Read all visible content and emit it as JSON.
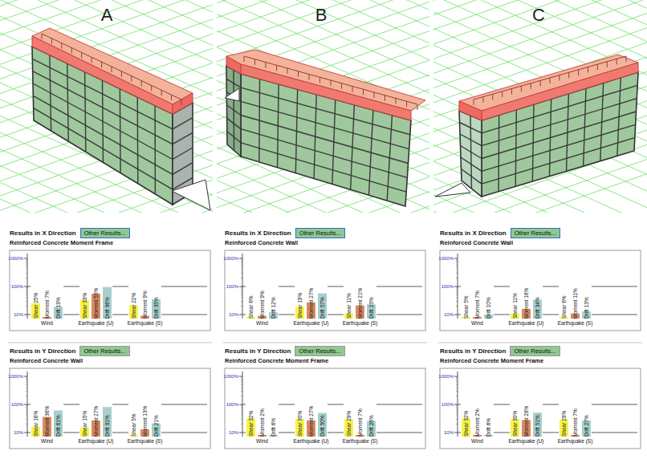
{
  "diagram": {
    "nodes": [
      {
        "text": [
          "Other Results..."
        ]
      },
      {
        "text": [
          "Other Results..."
        ]
      },
      {
        "text": [
          "Other Results..."
        ]
      },
      {
        "text": [
          "Other Results..."
        ]
      },
      {
        "text": [
          "Other Results..."
        ]
      },
      {
        "text": [
          "Other Results..."
        ]
      }
    ],
    "labels": [
      "A",
      "B",
      "C",
      "Results in X Direction",
      "Reinforced Concrete Moment Frame",
      "1000%",
      "100%",
      "10%",
      "Shear 25%",
      "Moment 7%",
      "Drift 19%",
      "Shear 33%",
      "Moment 55%",
      "Drift 96%",
      "Shear 22%",
      "Moment 9%",
      "Drift 35%",
      "Wind",
      "Earthquake (U)",
      "Earthquake (S)",
      "Results in Y Direction",
      "Reinforced Concrete Wall",
      "1000%",
      "100%",
      "10%",
      "Shear 16%",
      "Moment 36%",
      "Drift 61%",
      "Shear 15%",
      "Moment 27%",
      "Drift 81%",
      "Shear 5%",
      "Moment 13%",
      "Drift 21%",
      "Wind",
      "Earthquake (U)",
      "Earthquake (S)",
      "Results in X Direction",
      "Reinforced Concrete Wall",
      "1000%",
      "100%",
      "10%",
      "Shear 6%",
      "Moment 9%",
      "Drift 12%",
      "Shear 19%",
      "Moment 27%",
      "Drift 57%",
      "Shear 11%",
      "Moment 21%",
      "Drift 23%",
      "Wind",
      "Earthquake (U)",
      "Earthquake (S)",
      "Results in Y Direction",
      "Reinforced Concrete Moment Frame",
      "1000%",
      "100%",
      "10%",
      "Shear 32%",
      "Moment 2%",
      "Drift 6%",
      "Shear 30%",
      "Moment 27%",
      "Drift 50%",
      "Shear 29%",
      "Moment 7%",
      "Drift 26%",
      "Wind",
      "Earthquake (U)",
      "Earthquake (S)",
      "Results in X Direction",
      "Reinforced Concrete Wall",
      "1000%",
      "100%",
      "10%",
      "Shear 5%",
      "Moment 7%",
      "Drift 10%",
      "Shear 11%",
      "Moment 16%",
      "Drift 34%",
      "Shear 6%",
      "Moment 11%",
      "Drift 13%",
      "Wind",
      "Earthquake (U)",
      "Earthquake (S)",
      "Results in Y Direction",
      "Reinforced Concrete Moment Frame",
      "1000%",
      "100%",
      "10%",
      "Shear 32%",
      "Moment 2%",
      "Drift 6%",
      "Shear 30%",
      "Moment 28%",
      "Drift 51%",
      "Shear 29%",
      "Moment 7%",
      "Drift 27%",
      "Wind",
      "Earthquake (U)",
      "Earthquake (S)"
    ]
  }
}
